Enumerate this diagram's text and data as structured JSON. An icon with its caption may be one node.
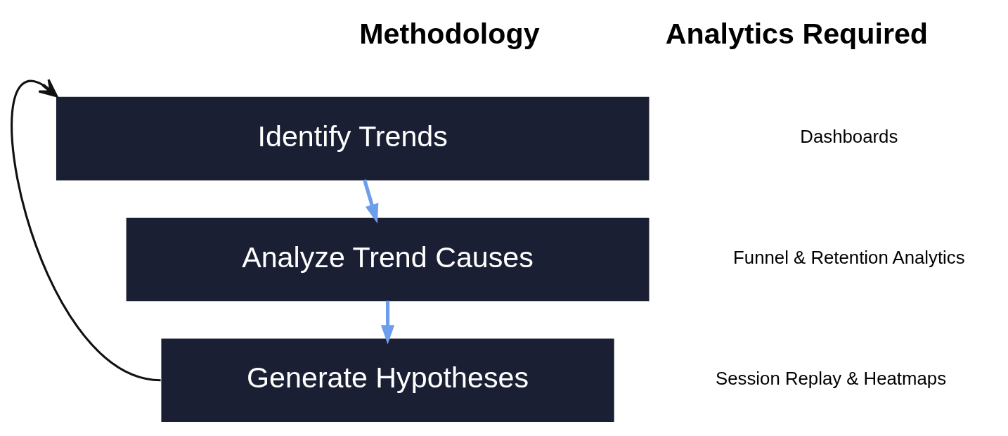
{
  "diagram": {
    "nodes": [
      {
        "text": [
          "Identify Trends"
        ]
      },
      {
        "text": [
          "Analyze Trend Causes"
        ]
      },
      {
        "text": [
          "Generate Hypotheses"
        ]
      }
    ],
    "edges": [
      {
        "from": 0,
        "to": 1,
        "arrow": "to"
      },
      {
        "from": 1,
        "to": 2,
        "arrow": "to"
      },
      {
        "from": 2,
        "to": 0,
        "arrow": "to",
        "color": "#111111"
      }
    ],
    "labels": [
      "Methodology",
      "Analytics Required",
      "Dashboards",
      "Funnel & Retention Analytics",
      "Session Replay & Heatmaps"
    ]
  }
}
